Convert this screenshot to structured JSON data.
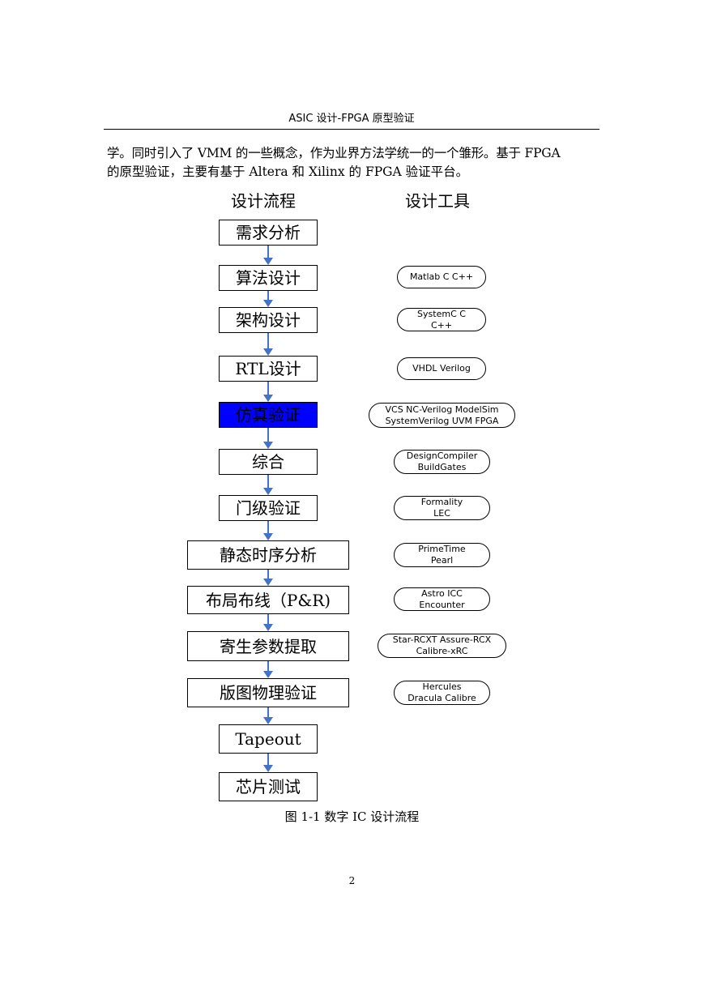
{
  "header": {
    "title": "ASIC 设计-FPGA 原型验证"
  },
  "body": {
    "line1": "学。同时引入了 VMM 的一些概念，作为业界方法学统一的一个雏形。基于 FPGA",
    "line2": "的原型验证，主要有基于 Altera 和 Xilinx 的  FPGA 验证平台。"
  },
  "diagram": {
    "flow_heading": "设计流程",
    "tools_heading": "设计工具",
    "steps": [
      {
        "label": "需求分析"
      },
      {
        "label": "算法设计"
      },
      {
        "label": "架构设计"
      },
      {
        "label": "RTL设计"
      },
      {
        "label": "仿真验证",
        "highlight_color": "#0000ff"
      },
      {
        "label": "综合"
      },
      {
        "label": "门级验证"
      },
      {
        "label": "静态时序分析"
      },
      {
        "label": "布局布线（P&R)"
      },
      {
        "label": "寄生参数提取"
      },
      {
        "label": "版图物理验证"
      },
      {
        "label": "Tapeout"
      },
      {
        "label": "芯片测试"
      }
    ],
    "tools": [
      {
        "line1": "Matlab  C  C++",
        "line2": ""
      },
      {
        "line1": "SystemC  C",
        "line2": "C++"
      },
      {
        "line1": "VHDL  Verilog",
        "line2": ""
      },
      {
        "line1": "VCS  NC-Verilog  ModelSim",
        "line2": "SystemVerilog UVM  FPGA"
      },
      {
        "line1": "DesignCompiler",
        "line2": "BuildGates"
      },
      {
        "line1": "Formality",
        "line2": "LEC"
      },
      {
        "line1": "PrimeTime",
        "line2": "Pearl"
      },
      {
        "line1": "Astro ICC",
        "line2": "Encounter"
      },
      {
        "line1": "Star-RCXT  Assure-RCX",
        "line2": "Calibre-xRC"
      },
      {
        "line1": "Hercules",
        "line2": "Dracula  Calibre"
      }
    ],
    "arrow_color": "#4472c4"
  },
  "caption": "图 1-1 数字 IC 设计流程",
  "page_number": "2"
}
